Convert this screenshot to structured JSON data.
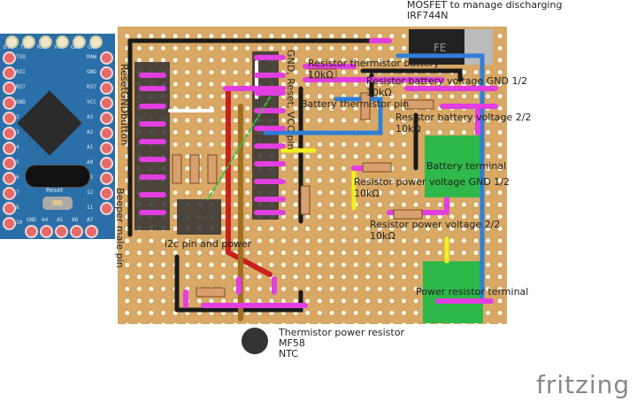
{
  "arduino": {
    "top_pins": [
      "DTR",
      "TXO",
      "RXI",
      "VCC",
      "GND",
      "GND"
    ],
    "left_pins": [
      "TXO",
      "RXI",
      "RST",
      "GND",
      "2",
      "3",
      "4",
      "5",
      "6",
      "7",
      "8",
      "10"
    ],
    "right_pins": [
      "RAW",
      "GND",
      "RST",
      "VCC",
      "A3",
      "A2",
      "A1",
      "A0",
      "13",
      "12",
      "11"
    ],
    "bottom_pins": [
      "GND",
      "A4",
      "A5",
      "A6",
      "A7"
    ],
    "reset_label": "Reset"
  },
  "labels": {
    "mosfet": "MOSFET to manage discharging",
    "mosfet_part": "IRF744N",
    "reset_gnd_button": "ResetGNDbutton",
    "beeper": "Beeper male pin",
    "gnd_reset_vcc": "GND, Reset, VCC pin",
    "res_therm_batt": "Resistor thermistor battery",
    "res_therm_batt_val": "10kΩ",
    "res_batt_gnd": "Resistor battery voltage GND 1/2",
    "res_batt_gnd_val": "10kΩ",
    "batt_therm_pin": "Battery thermistor pin",
    "res_batt_22": "Resistor battery voltage 2/2",
    "res_batt_22_val": "10kΩ",
    "battery_terminal": "Battery terminal",
    "res_pow_gnd": "Resistor power voltage GND 1/2",
    "res_pow_gnd_val": "10kΩ",
    "res_pow_22": "Resistor power voltage 2/2",
    "res_pow_22_val": "10kΩ",
    "i2c": "i2c pin and power",
    "power_res_terminal": "Power resistor terminal",
    "therm_power": "Thermistor power resistor",
    "therm_model": "MF58",
    "therm_type": "NTC",
    "mosfet_mark": "FE"
  },
  "watermark": "fritzing",
  "colors": {
    "board": "#d9a865",
    "arduino": "#2a6fa8",
    "wire_pink": "#e23ee0",
    "wire_blue": "#2f7fd8",
    "wire_black": "#1a1a1a",
    "wire_red": "#c8201c",
    "wire_yellow": "#f0f020",
    "terminal": "#2fb84a"
  }
}
